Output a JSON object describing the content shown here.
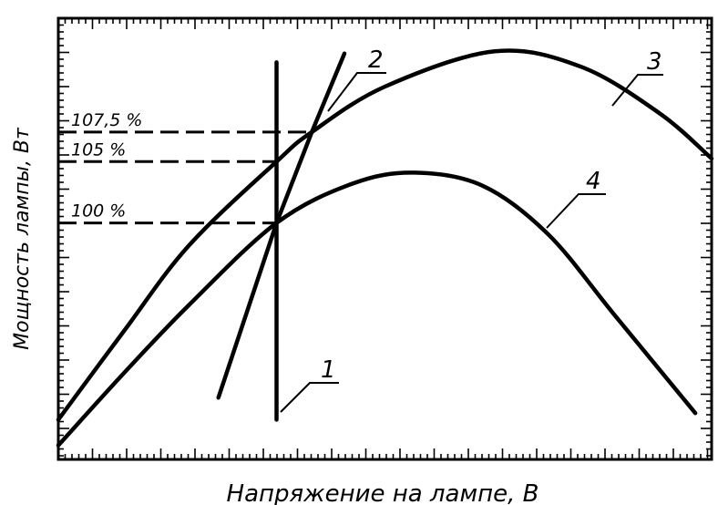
{
  "chart_data": {
    "type": "line",
    "xlabel": "Напряжение на лампе, В",
    "ylabel": "Мощность лампы, Вт",
    "xlim": [
      0,
      100
    ],
    "ylim": [
      0,
      100
    ],
    "grid": false,
    "reference_levels": [
      {
        "label": "100 %",
        "y": 53.6
      },
      {
        "label": "105 %",
        "y": 67.5
      },
      {
        "label": "107,5 %",
        "y": 74.2
      }
    ],
    "series": [
      {
        "name": "1",
        "points": [
          [
            33.4,
            9.0
          ],
          [
            33.4,
            90.0
          ]
        ]
      },
      {
        "name": "2",
        "points": [
          [
            24.5,
            14.0
          ],
          [
            33.4,
            53.6
          ],
          [
            38.8,
            74.2
          ],
          [
            43.8,
            92.0
          ]
        ]
      },
      {
        "name": "3",
        "points": [
          [
            0,
            9.0
          ],
          [
            10,
            29.0
          ],
          [
            20,
            48.5
          ],
          [
            33.4,
            67.5
          ],
          [
            38.8,
            74.2
          ],
          [
            50,
            84.5
          ],
          [
            66.8,
            92.5
          ],
          [
            80,
            89.0
          ],
          [
            92,
            78.5
          ],
          [
            100,
            68.2
          ]
        ]
      },
      {
        "name": "4",
        "points": [
          [
            0,
            3.2
          ],
          [
            10,
            19.5
          ],
          [
            20,
            35.0
          ],
          [
            33.4,
            53.6
          ],
          [
            45,
            62.5
          ],
          [
            54.5,
            65.0
          ],
          [
            65,
            62.0
          ],
          [
            75,
            51.0
          ],
          [
            85,
            33.0
          ],
          [
            97.5,
            10.5
          ]
        ]
      }
    ]
  }
}
